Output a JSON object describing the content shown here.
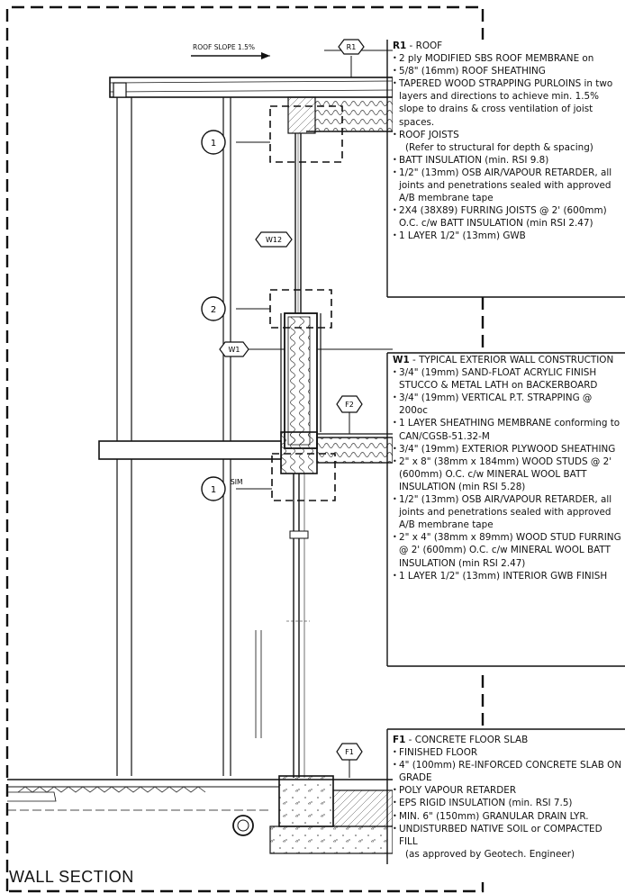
{
  "title": "WALL SECTION",
  "roof_slope_label": "ROOF SLOPE 1.5%",
  "tags": {
    "r1": "R1",
    "w12": "W12",
    "w1": "W1",
    "f2": "F2",
    "f1": "F1"
  },
  "callouts": {
    "top_detail": "1",
    "mid_detail": "2",
    "lower_detail": "1",
    "lower_detail_note": "SIM"
  },
  "notes": {
    "r1": {
      "code": "R1",
      "title": "- ROOF",
      "items": [
        "2 ply MODIFIED SBS ROOF MEMBRANE on",
        "5/8\" (16mm) ROOF SHEATHING",
        "TAPERED WOOD STRAPPING PURLOINS in two layers and directions to achieve min. 1.5% slope to drains & cross ventilation of joist spaces.",
        "ROOF JOISTS",
        "(Refer to structural for depth & spacing)",
        "BATT INSULATION (min. RSI 9.8)",
        "1/2\" (13mm) OSB AIR/VAPOUR RETARDER, all joints and penetrations sealed with approved A/B membrane tape",
        "2X4 (38X89) FURRING JOISTS @ 2' (600mm) O.C. c/w BATT INSULATION (min RSI 2.47)",
        "1 LAYER 1/2\" (13mm) GWB"
      ]
    },
    "w1": {
      "code": "W1",
      "title": "- TYPICAL EXTERIOR WALL CONSTRUCTION",
      "items": [
        "3/4\" (19mm) SAND-FLOAT ACRYLIC FINISH STUCCO & METAL LATH on BACKERBOARD",
        "3/4\" (19mm) VERTICAL P.T. STRAPPING @ 200oc",
        "1 LAYER SHEATHING MEMBRANE conforming to CAN/CGSB-51.32-M",
        "3/4\" (19mm) EXTERIOR PLYWOOD SHEATHING",
        "2\" x 8\" (38mm x 184mm) WOOD STUDS @ 2' (600mm) O.C. c/w MINERAL WOOL BATT INSULATION (min RSI 5.28)",
        "1/2\" (13mm) OSB AIR/VAPOUR RETARDER, all joints and penetrations sealed with approved A/B membrane tape",
        "2\" x 4\" (38mm x 89mm) WOOD STUD FURRING @ 2' (600mm) O.C. c/w MINERAL WOOL BATT INSULATION (min RSI 2.47)",
        "1 LAYER 1/2\" (13mm) INTERIOR GWB FINISH"
      ]
    },
    "f1": {
      "code": "F1",
      "title": "- CONCRETE FLOOR SLAB",
      "items": [
        "FINISHED FLOOR",
        "4\" (100mm) RE-INFORCED CONCRETE SLAB ON GRADE",
        "POLY VAPOUR RETARDER",
        "EPS RIGID INSULATION (min. RSI 7.5)",
        "MIN. 6\" (150mm) GRANULAR DRAIN LYR.",
        "UNDISTURBED NATIVE SOIL or COMPACTED FILL",
        "(as approved by Geotech. Engineer)"
      ]
    }
  }
}
